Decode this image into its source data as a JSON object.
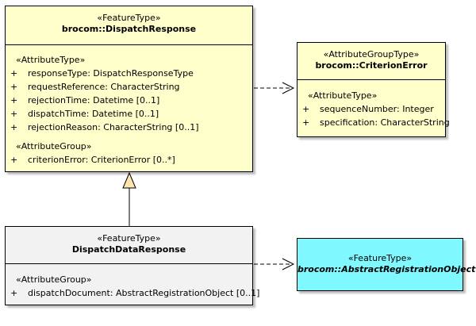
{
  "classes": {
    "dispatch_response": {
      "stereotype": "«FeatureType»",
      "name": "brocom::DispatchResponse",
      "attr_group_label": "«AttributeType»",
      "attributes": [
        {
          "vis": "+",
          "text": "responseType: DispatchResponseType"
        },
        {
          "vis": "+",
          "text": "requestReference: CharacterString"
        },
        {
          "vis": "+",
          "text": "rejectionTime: Datetime [0..1]"
        },
        {
          "vis": "+",
          "text": "dispatchTime: Datetime [0..1]"
        },
        {
          "vis": "+",
          "text": "rejectionReason: CharacterString [0..1]"
        }
      ],
      "assoc_group_label": "«AttributeGroup»",
      "associations": [
        {
          "vis": "+",
          "text": "criterionError: CriterionError [0..*]"
        }
      ]
    },
    "criterion_error": {
      "stereotype": "«AttributeGroupType»",
      "name": "brocom::CriterionError",
      "attr_group_label": "«AttributeType»",
      "attributes": [
        {
          "vis": "+",
          "text": "sequenceNumber: Integer"
        },
        {
          "vis": "+",
          "text": "specification: CharacterString"
        }
      ]
    },
    "dispatch_data_response": {
      "stereotype": "«FeatureType»",
      "name": "DispatchDataResponse",
      "assoc_group_label": "«AttributeGroup»",
      "associations": [
        {
          "vis": "+",
          "text": "dispatchDocument: AbstractRegistrationObject [0..1]"
        }
      ]
    },
    "abstract_registration_object": {
      "stereotype": "«FeatureType»",
      "name": "brocom::AbstractRegistrationObject"
    }
  },
  "colors": {
    "feature_type_fill": "#ffffcc",
    "plain_class_fill": "#f2f2f2",
    "abstract_fill": "#7ff8ff",
    "generalization_arrow_fill": "#fde3ad"
  }
}
